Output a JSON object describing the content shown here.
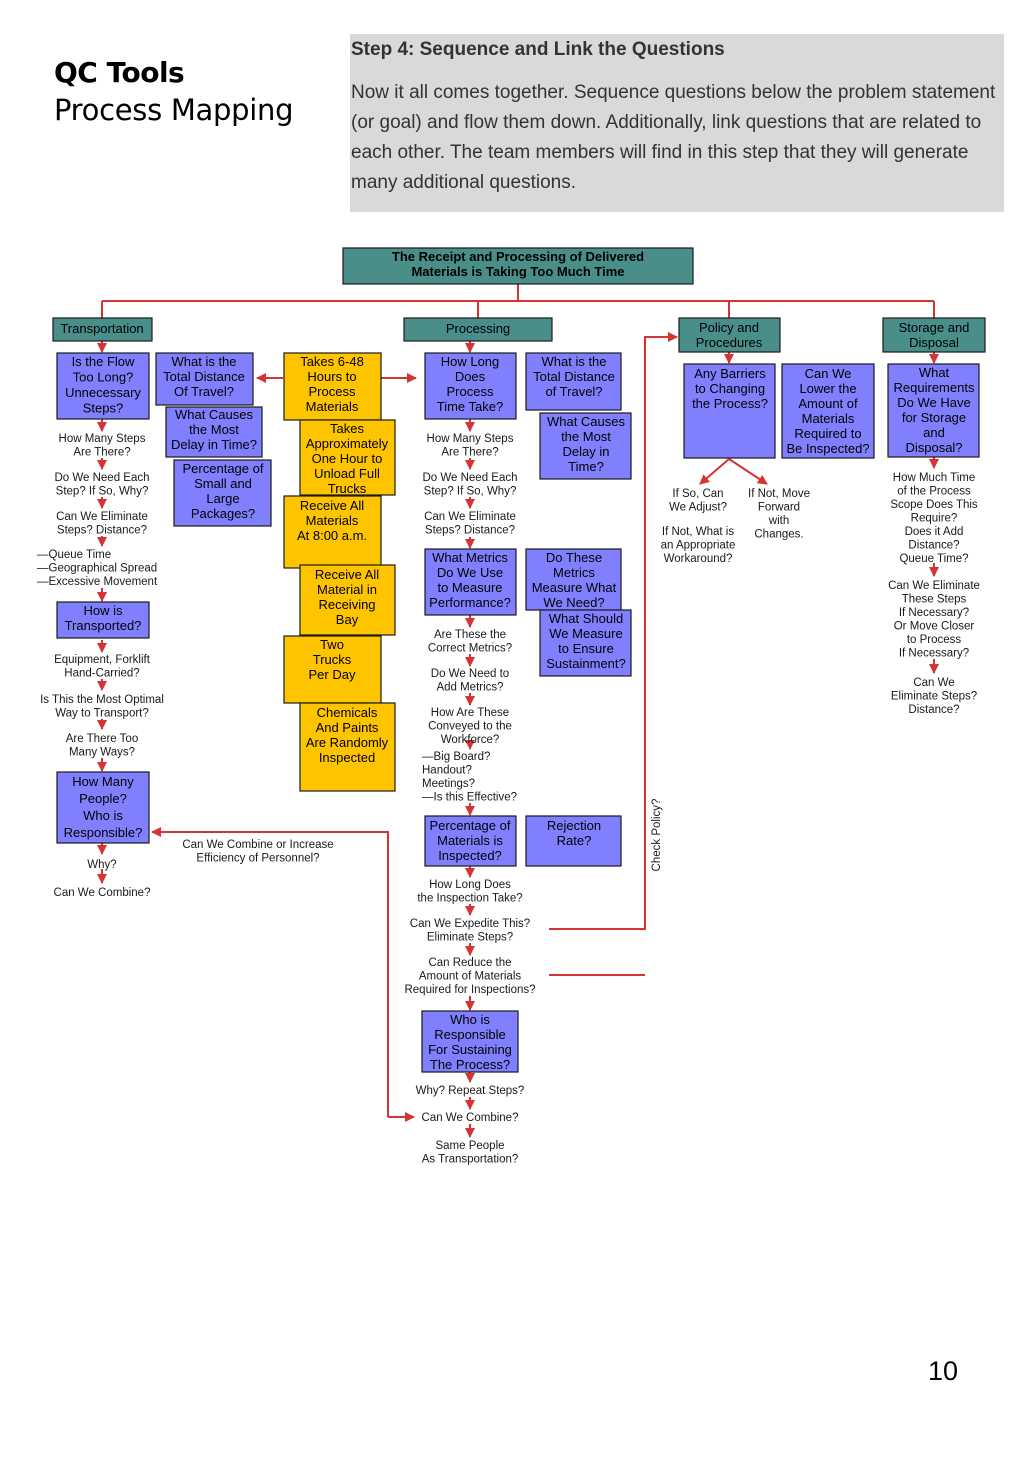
{
  "doc": {
    "title": "QC Tools",
    "subtitle": "Process Mapping",
    "page_number": "10"
  },
  "step": {
    "heading": "Step 4: Sequence and Link the Questions",
    "body": "Now it all comes together. Sequence questions below the problem statement (or goal) and flow them down. Additionally, link questions that are related to each other. The team members will find in this step that they will generate many additional questions."
  },
  "colors": {
    "category_box": "#4a8e8a",
    "question_box": "#8080ff",
    "fact_box": "#ffc400",
    "connector": "#d33434",
    "step_box_bg": "#d9d9d9"
  },
  "diagram": {
    "title": [
      "The Receipt and Processing of Delivered",
      "Materials is Taking Too Much Time"
    ],
    "categories": {
      "transportation": [
        "Transportation"
      ],
      "processing": [
        "Processing"
      ],
      "policy": [
        "Policy and",
        "Procedures"
      ],
      "storage": [
        "Storage and",
        "Disposal"
      ]
    },
    "boxes": {
      "flow_too_long": [
        "Is the Flow",
        "Too Long?",
        "Unnecessary",
        "Steps?"
      ],
      "distance_t": [
        "What is the",
        "Total Distance",
        "Of Travel?"
      ],
      "delay_t": [
        "What Causes",
        "the Most",
        "Delay in Time?"
      ],
      "percent_pkg": [
        "Percentage of",
        "Small and",
        "Large",
        "Packages?"
      ],
      "how_transported": [
        "How is",
        "Transported?"
      ],
      "how_many_people": [
        "How Many",
        "People?",
        "Who is",
        "Responsible?"
      ],
      "how_long_process": [
        "How Long",
        "Does",
        "Process",
        "Time Take?"
      ],
      "distance_p": [
        "What is the",
        "Total Distance",
        "of Travel?"
      ],
      "delay_p": [
        "What Causes",
        "the Most",
        "Delay in",
        "Time?"
      ],
      "metrics_use": [
        "What Metrics",
        "Do We Use",
        "to Measure",
        "Performance?"
      ],
      "metrics_measure": [
        "Do These",
        "Metrics",
        "Measure What",
        "We Need?"
      ],
      "measure_sustain": [
        "What Should",
        "We Measure",
        "to Ensure",
        "Sustainment?"
      ],
      "percent_inspected": [
        "Percentage of",
        "Materials is",
        "Inspected?"
      ],
      "rejection_rate": [
        "Rejection",
        "Rate?"
      ],
      "who_sustaining": [
        "Who is",
        "Responsible",
        "For Sustaining",
        "The Process?"
      ],
      "barriers": [
        "Any Barriers",
        "to Changing",
        "the Process?"
      ],
      "lower_amount": [
        "Can We",
        "Lower the",
        "Amount of",
        "Materials",
        "Required to",
        "Be Inspected?"
      ],
      "requirements_storage": [
        "What",
        "Requirements",
        "Do We Have",
        "for Storage",
        "and",
        "Disposal?"
      ]
    },
    "facts": {
      "hours": [
        "Takes 6-48",
        "Hours to",
        "Process",
        "Materials"
      ],
      "unload": [
        "Takes",
        "Approximately",
        "One Hour to",
        "Unload Full",
        "Trucks"
      ],
      "receive_8am": [
        "Receive All",
        "Materials",
        "At 8:00 a.m."
      ],
      "receive_bay": [
        "Receive All",
        "Material in",
        "Receiving",
        "Bay"
      ],
      "two_trucks": [
        "Two",
        "Trucks",
        "Per Day"
      ],
      "chemicals": [
        "Chemicals",
        "And Paints",
        "Are Randomly",
        "Inspected"
      ]
    },
    "questions": {
      "t1": [
        "How Many Steps",
        "Are There?"
      ],
      "t2": [
        "Do We Need Each",
        "Step? If So, Why?"
      ],
      "t3": [
        "Can We Eliminate",
        "Steps? Distance?"
      ],
      "t_list": [
        "—Queue Time",
        "—Geographical Spread",
        "—Excessive Movement"
      ],
      "t4": [
        "Equipment, Forklift",
        "Hand-Carried?"
      ],
      "t5": [
        "Is This the Most Optimal",
        "Way to Transport?"
      ],
      "t6": [
        "Are There Too",
        "Many Ways?"
      ],
      "t7": [
        "Why?"
      ],
      "t8": [
        "Can We Combine?"
      ],
      "combine_personnel": [
        "Can We Combine or Increase",
        "Efficiency of Personnel?"
      ],
      "p1": [
        "How Many Steps",
        "Are There?"
      ],
      "p2": [
        "Do We Need Each",
        "Step? If So, Why?"
      ],
      "p3": [
        "Can We Eliminate",
        "Steps? Distance?"
      ],
      "p4": [
        "Are These the",
        "Correct Metrics?"
      ],
      "p5": [
        "Do We Need to",
        "Add Metrics?"
      ],
      "p6": [
        "How Are These",
        "Conveyed to the",
        "Workforce?"
      ],
      "p_list": [
        "—Big Board?",
        "Handout?",
        "Meetings?",
        "—Is this Effective?"
      ],
      "p7": [
        "How Long Does",
        "the Inspection Take?"
      ],
      "p8": [
        "Can We Expedite This?",
        "Eliminate Steps?"
      ],
      "p9": [
        "Can Reduce the",
        "Amount of Materials",
        "Required for Inspections?"
      ],
      "p10": [
        "Why? Repeat Steps?"
      ],
      "p11": [
        "Can We Combine?"
      ],
      "p12": [
        "Same People",
        "As Transportation?"
      ],
      "r1": [
        "If So, Can",
        "We Adjust?"
      ],
      "r2": [
        "If Not, What is",
        "an Appropriate",
        "Workaround?"
      ],
      "r3": [
        "If Not, Move",
        "Forward",
        "with",
        "Changes."
      ],
      "s1": [
        "How Much Time",
        "of the Process",
        "Scope Does This",
        "Require?",
        "Does it Add",
        "Distance?",
        "Queue Time?"
      ],
      "s2": [
        "Can We Eliminate",
        "These Steps",
        "If Necessary?",
        "Or Move Closer",
        "to Process",
        "If Necessary?"
      ],
      "s3": [
        "Can We",
        "Eliminate Steps?",
        "Distance?"
      ],
      "check_policy": "Check Policy?"
    }
  }
}
